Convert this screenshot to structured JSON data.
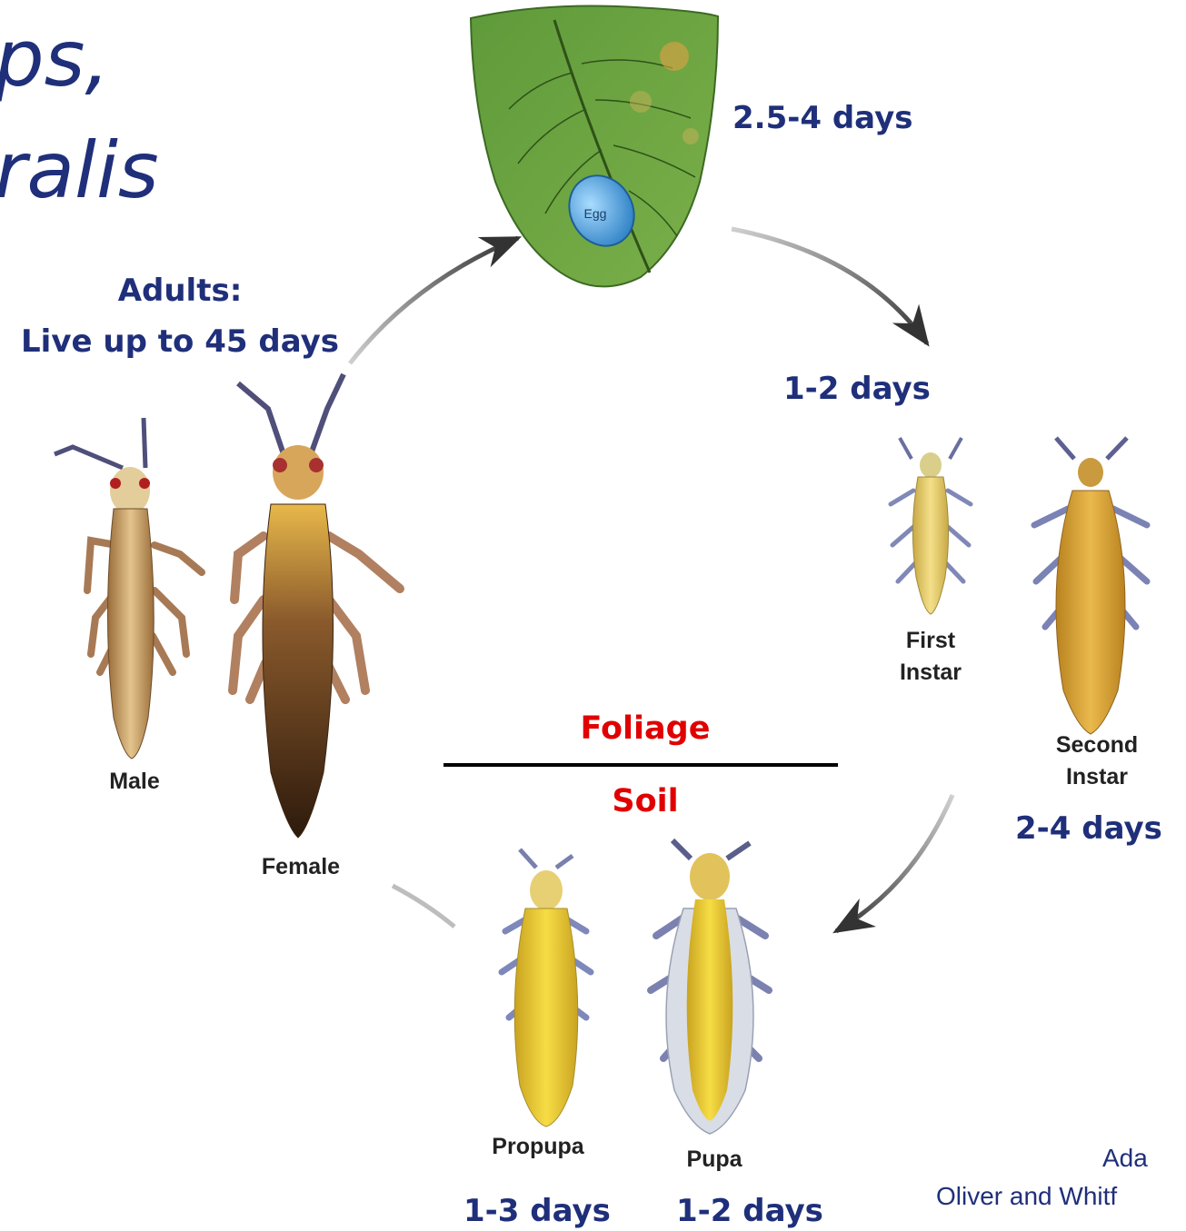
{
  "title": {
    "line1": "ps,",
    "line2": "ralis"
  },
  "durations": {
    "egg": "2.5-4 days",
    "first_instar": "1-2 days",
    "second_instar": "2-4 days",
    "propupa": "1-3 days",
    "pupa": "1-2 days",
    "adults_heading": "Adults:",
    "adults_life": "Live up to 45 days"
  },
  "stages": {
    "egg": "Egg",
    "first_instar_l1": "First",
    "first_instar_l2": "Instar",
    "second_instar_l1": "Second",
    "second_instar_l2": "Instar",
    "propupa": "Propupa",
    "pupa": "Pupa",
    "male": "Male",
    "female": "Female"
  },
  "zones": {
    "above": "Foliage",
    "below": "Soil"
  },
  "credit": {
    "line1": "Ada",
    "line2": "Oliver and Whitf"
  },
  "colors": {
    "text_blue": "#1f2f7a",
    "zone_red": "#e00000",
    "leaf_green": "#5f9a3a",
    "egg_blue": "#4a9fd8",
    "larva_yellow": "#e9d27a",
    "second_instar_orange": "#dba63c",
    "pupa_yellow": "#f2d43a",
    "adult_brown": "#6a4020",
    "arrow_gray": "#555555"
  }
}
